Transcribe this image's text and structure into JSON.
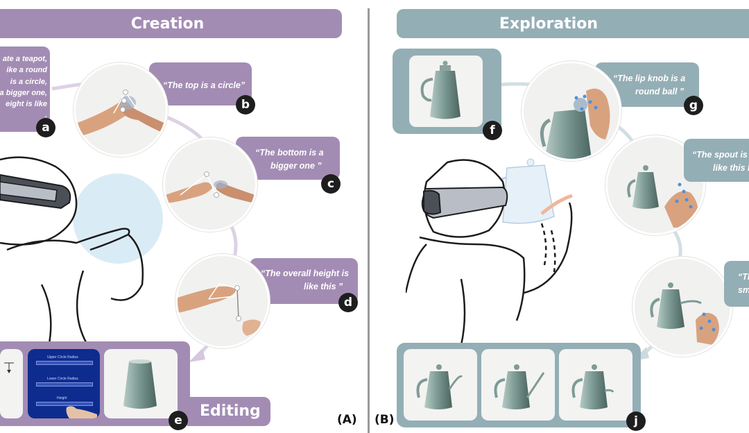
{
  "colors": {
    "creation_accent": "#a38cb4",
    "exploration_accent": "#94aeb5",
    "divider": "#9a9a9a",
    "badge": "#1e1e1e"
  },
  "creation": {
    "title": "Creation",
    "quote_a_lines": [
      "ate a teapot,",
      "ike a round",
      "is a circle,",
      "a bigger one,",
      "eight is like",
      "."
    ],
    "quote_b": "“The top is a circle”",
    "quote_c_lines": [
      "“The bottom is a",
      "bigger one ”"
    ],
    "quote_d_lines": [
      "“The overall height is",
      "like this ”"
    ],
    "editing_label": "Editing",
    "slider_labels": [
      "Upper Circle Radius",
      "Lower Circle Radius",
      "Height"
    ],
    "badges": [
      "a",
      "b",
      "c",
      "d",
      "e"
    ]
  },
  "exploration": {
    "title": "Exploration",
    "quote_g_lines": [
      "“The lip knob is a",
      "round ball ”"
    ],
    "quote_h_lines": [
      "“The spout is s",
      "like this l"
    ],
    "quote_i_lines": [
      "“Th",
      "sm"
    ],
    "badges": [
      "f",
      "g",
      "j"
    ]
  },
  "panel_labels": {
    "a": "(A)",
    "b": "(B)"
  }
}
